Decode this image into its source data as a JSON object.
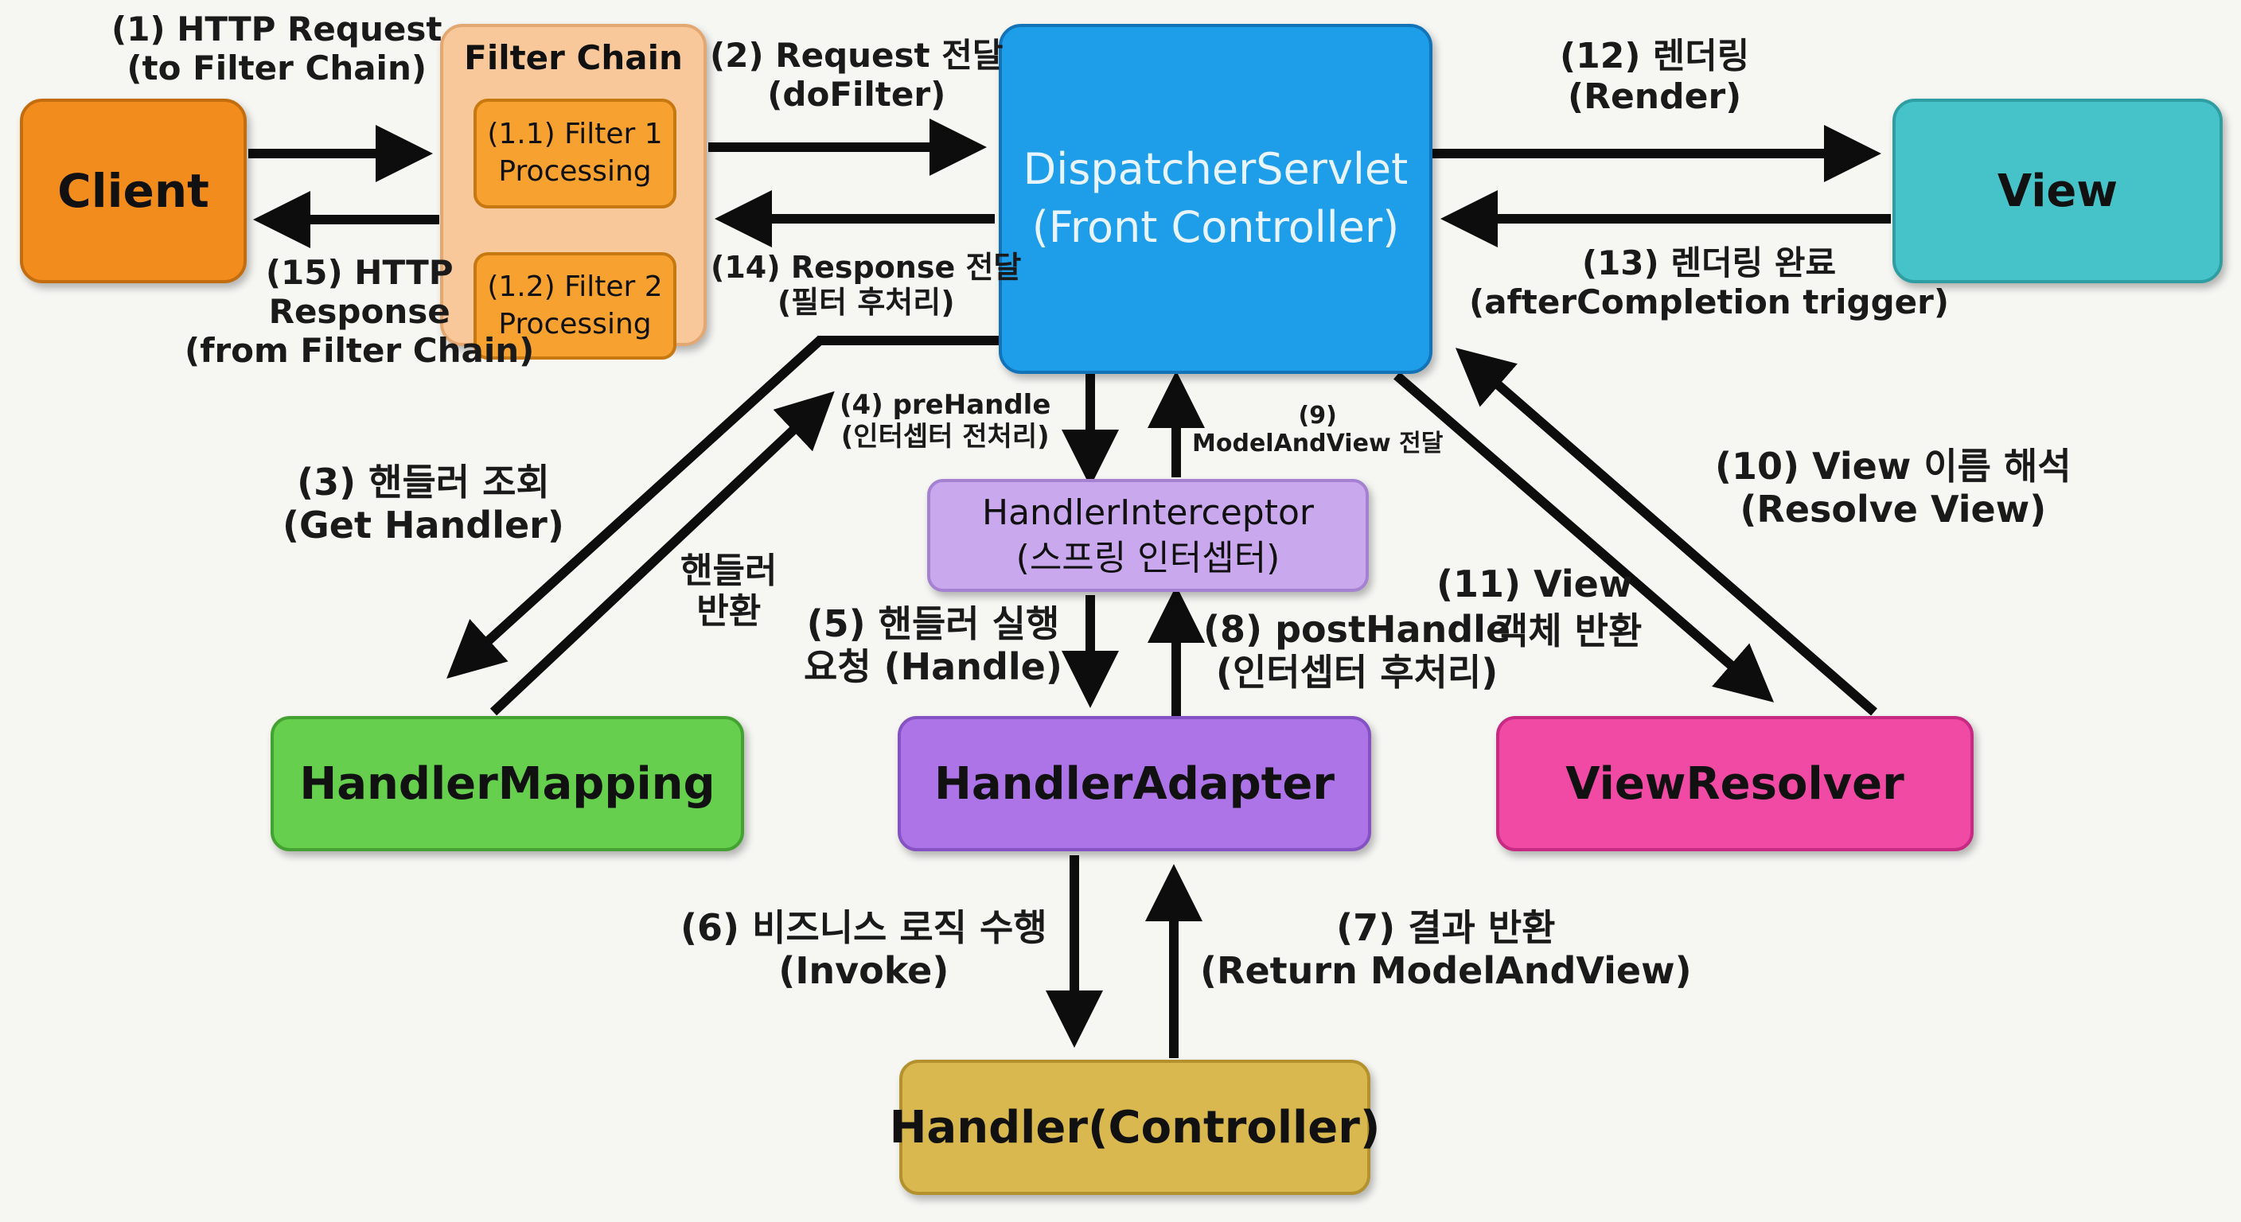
{
  "colors": {
    "client": "#f28c1c",
    "filter_chain_bg": "#f8c89a",
    "filter_inner": "#f7a230",
    "dispatcher": "#1e9de9",
    "view": "#46c3c8",
    "interceptor": "#c9a8ee",
    "mapping": "#66cf4e",
    "adapter": "#ad74e8",
    "resolver": "#f04aa4",
    "handler": "#d9b84f",
    "arrow": "#0d0d0d",
    "background": "#f6f6f3"
  },
  "nodes": {
    "client": "Client",
    "filter_chain": {
      "title": "Filter Chain",
      "filter1": [
        "(1.1) Filter 1",
        "Processing"
      ],
      "filter2": [
        "(1.2) Filter 2",
        "Processing"
      ]
    },
    "dispatcher": [
      "DispatcherServlet",
      "(Front Controller)"
    ],
    "view": "View",
    "interceptor": [
      "HandlerInterceptor",
      "(스프링 인터셉터)"
    ],
    "mapping": "HandlerMapping",
    "adapter": "HandlerAdapter",
    "resolver": "ViewResolver",
    "handler": "Handler(Controller)"
  },
  "labels": {
    "l1": [
      "(1) HTTP Request",
      "(to Filter Chain)"
    ],
    "l2": [
      "(2) Request 전달",
      "(doFilter)"
    ],
    "l12": [
      "(12) 렌더링",
      "(Render)"
    ],
    "l15": [
      "(15) HTTP",
      "Response",
      "(from Filter Chain)"
    ],
    "l14": [
      "(14) Response 전달",
      "(필터 후처리)"
    ],
    "l13": [
      "(13) 렌더링 완료",
      "(afterCompletion trigger)"
    ],
    "l4": [
      "(4) preHandle",
      "(인터셉터 전처리)"
    ],
    "l9": [
      "(9)",
      "ModelAndView 전달"
    ],
    "l3": [
      "(3) 핸들러 조회",
      "(Get Handler)"
    ],
    "lret": [
      "핸들러",
      "반환"
    ],
    "l10": [
      "(10) View 이름 해석",
      "(Resolve View)"
    ],
    "l5": [
      "(5) 핸들러 실행",
      "요청 (Handle)"
    ],
    "l8": [
      "(8) postHandle",
      "(인터셉터 후처리)"
    ],
    "l11a": "(11) View",
    "l11b": "객체 반환",
    "l6": [
      "(6) 비즈니스 로직 수행",
      "(Invoke)"
    ],
    "l7": [
      "(7) 결과 반환",
      "(Return ModelAndView)"
    ]
  }
}
